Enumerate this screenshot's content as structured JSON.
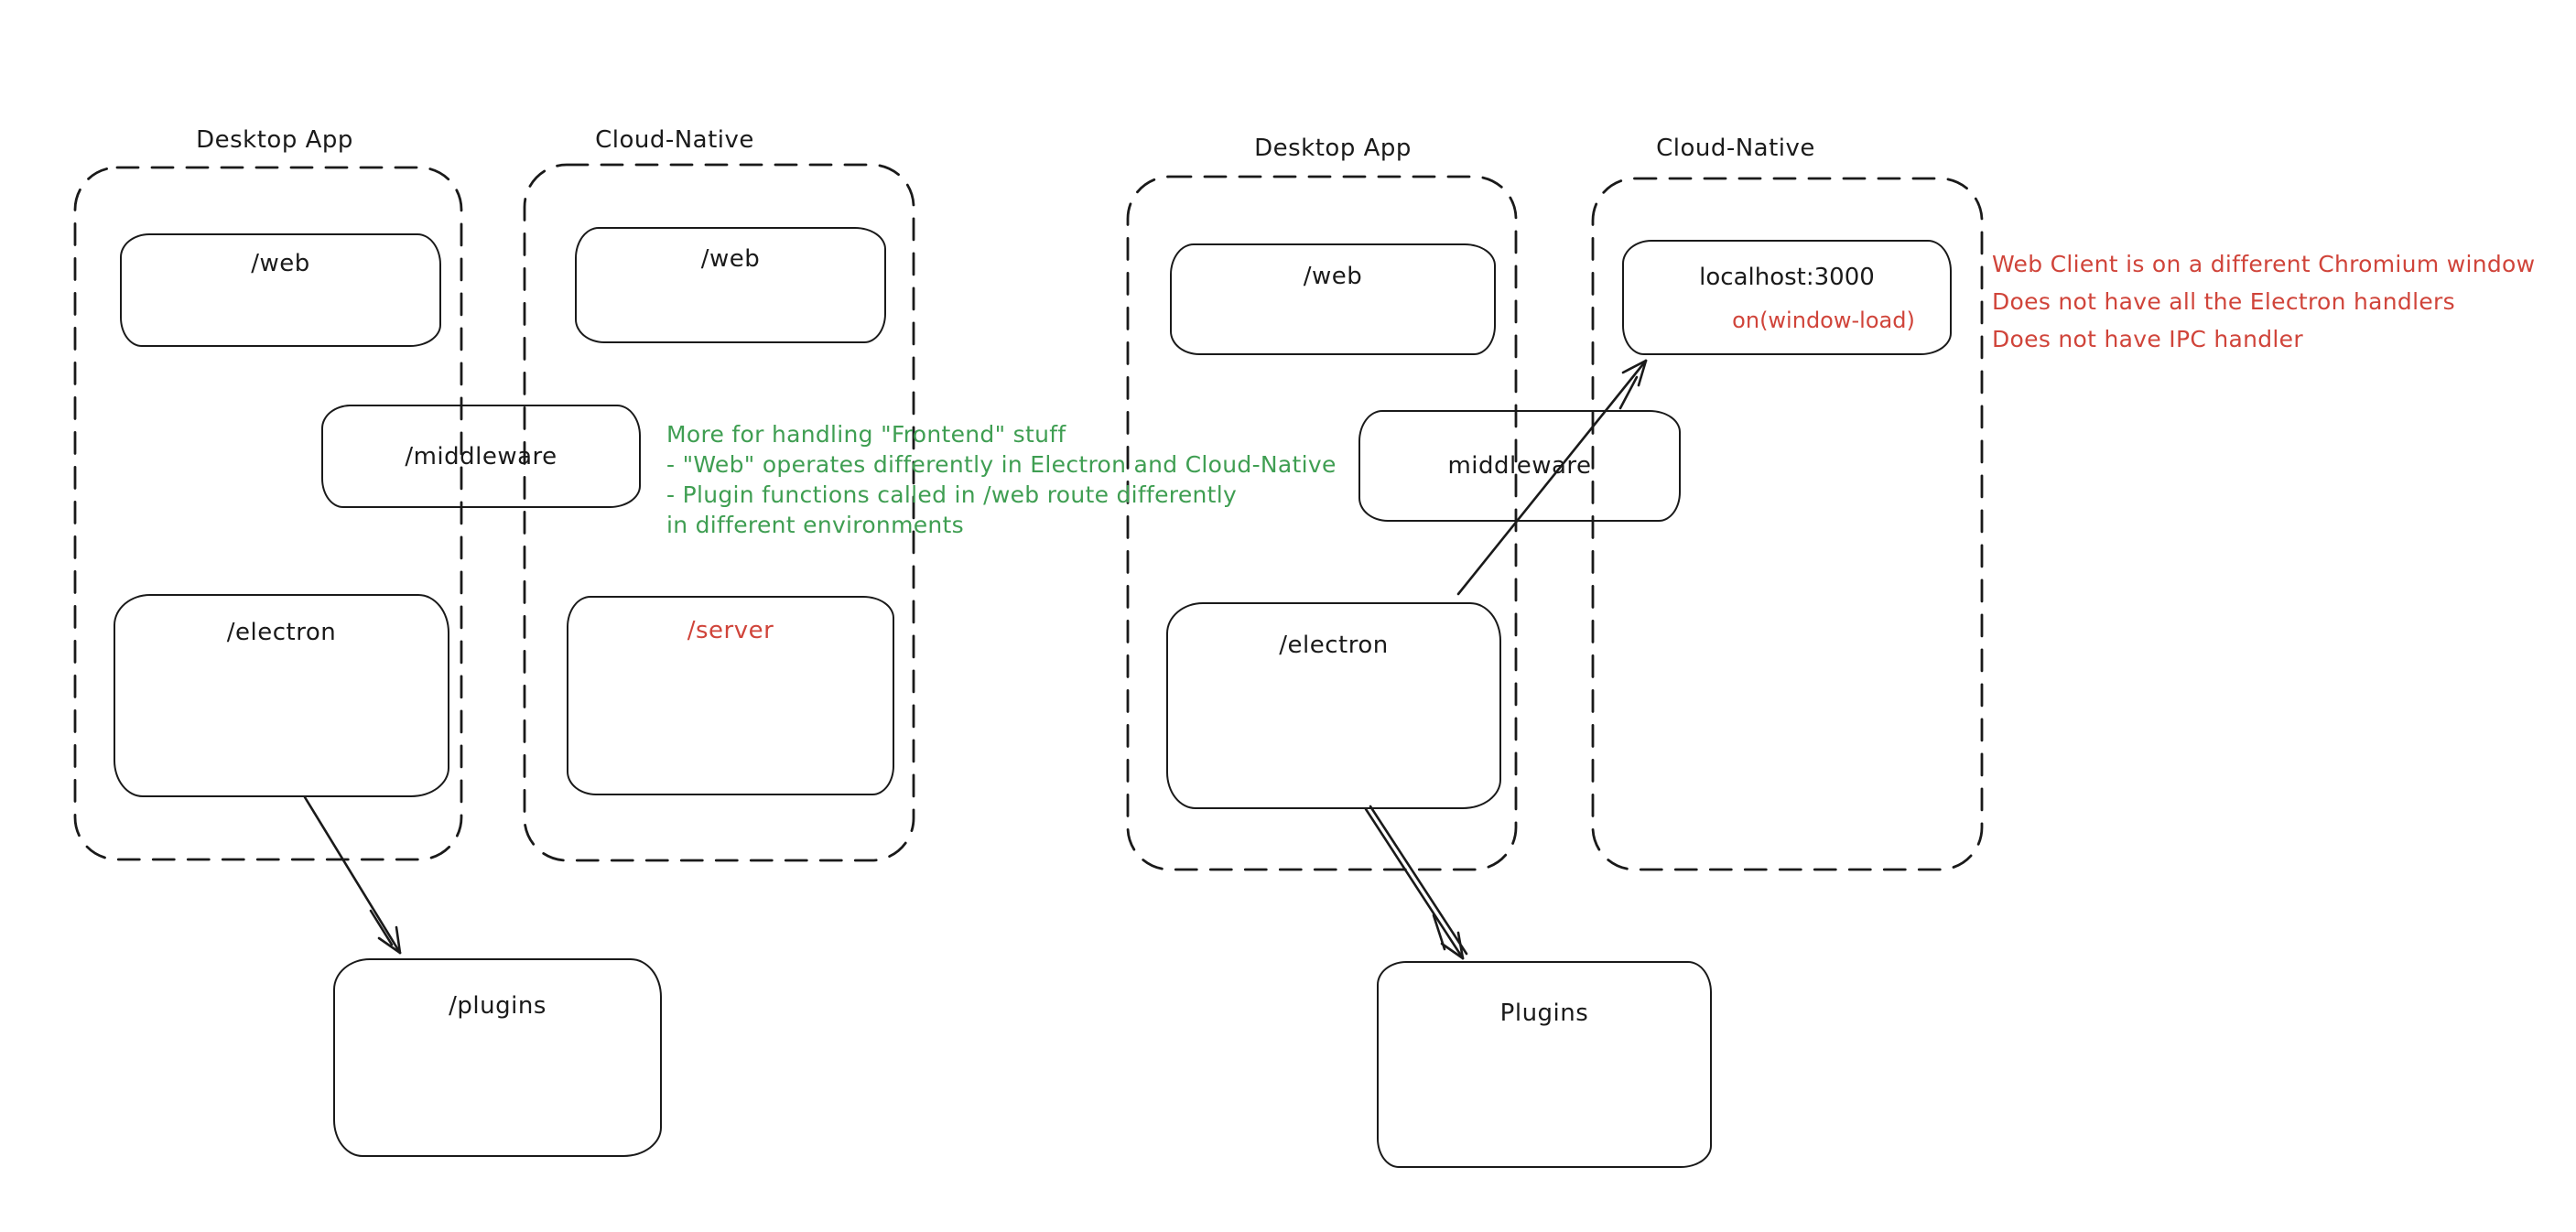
{
  "left_diagram": {
    "desktop_group_label": "Desktop App",
    "cloud_group_label": "Cloud-Native",
    "boxes": {
      "web_desktop": "/web",
      "web_cloud": "/web",
      "middleware": "/middleware",
      "electron": "/electron",
      "server": "/server",
      "plugins": "/plugins"
    }
  },
  "right_diagram": {
    "desktop_group_label": "Desktop App",
    "cloud_group_label": "Cloud-Native",
    "boxes": {
      "web": "/web",
      "localhost_title": "localhost:3000",
      "localhost_event": "on(window-load)",
      "middleware": "middleware",
      "electron": "/electron",
      "plugins": "Plugins"
    }
  },
  "notes": {
    "green": {
      "lines": [
        "More for handling \"Frontend\" stuff",
        "- \"Web\" operates differently in Electron and Cloud-Native",
        "- Plugin functions called in /web route differently",
        "in different environments"
      ]
    },
    "red": {
      "lines": [
        "Web Client is on a different Chromium window",
        "Does not have all the Electron handlers",
        "Does not have IPC handler"
      ]
    }
  },
  "colors": {
    "stroke": "#1a1a1a",
    "red": "#d0443a",
    "green": "#3f9e52",
    "background": "#ffffff"
  }
}
